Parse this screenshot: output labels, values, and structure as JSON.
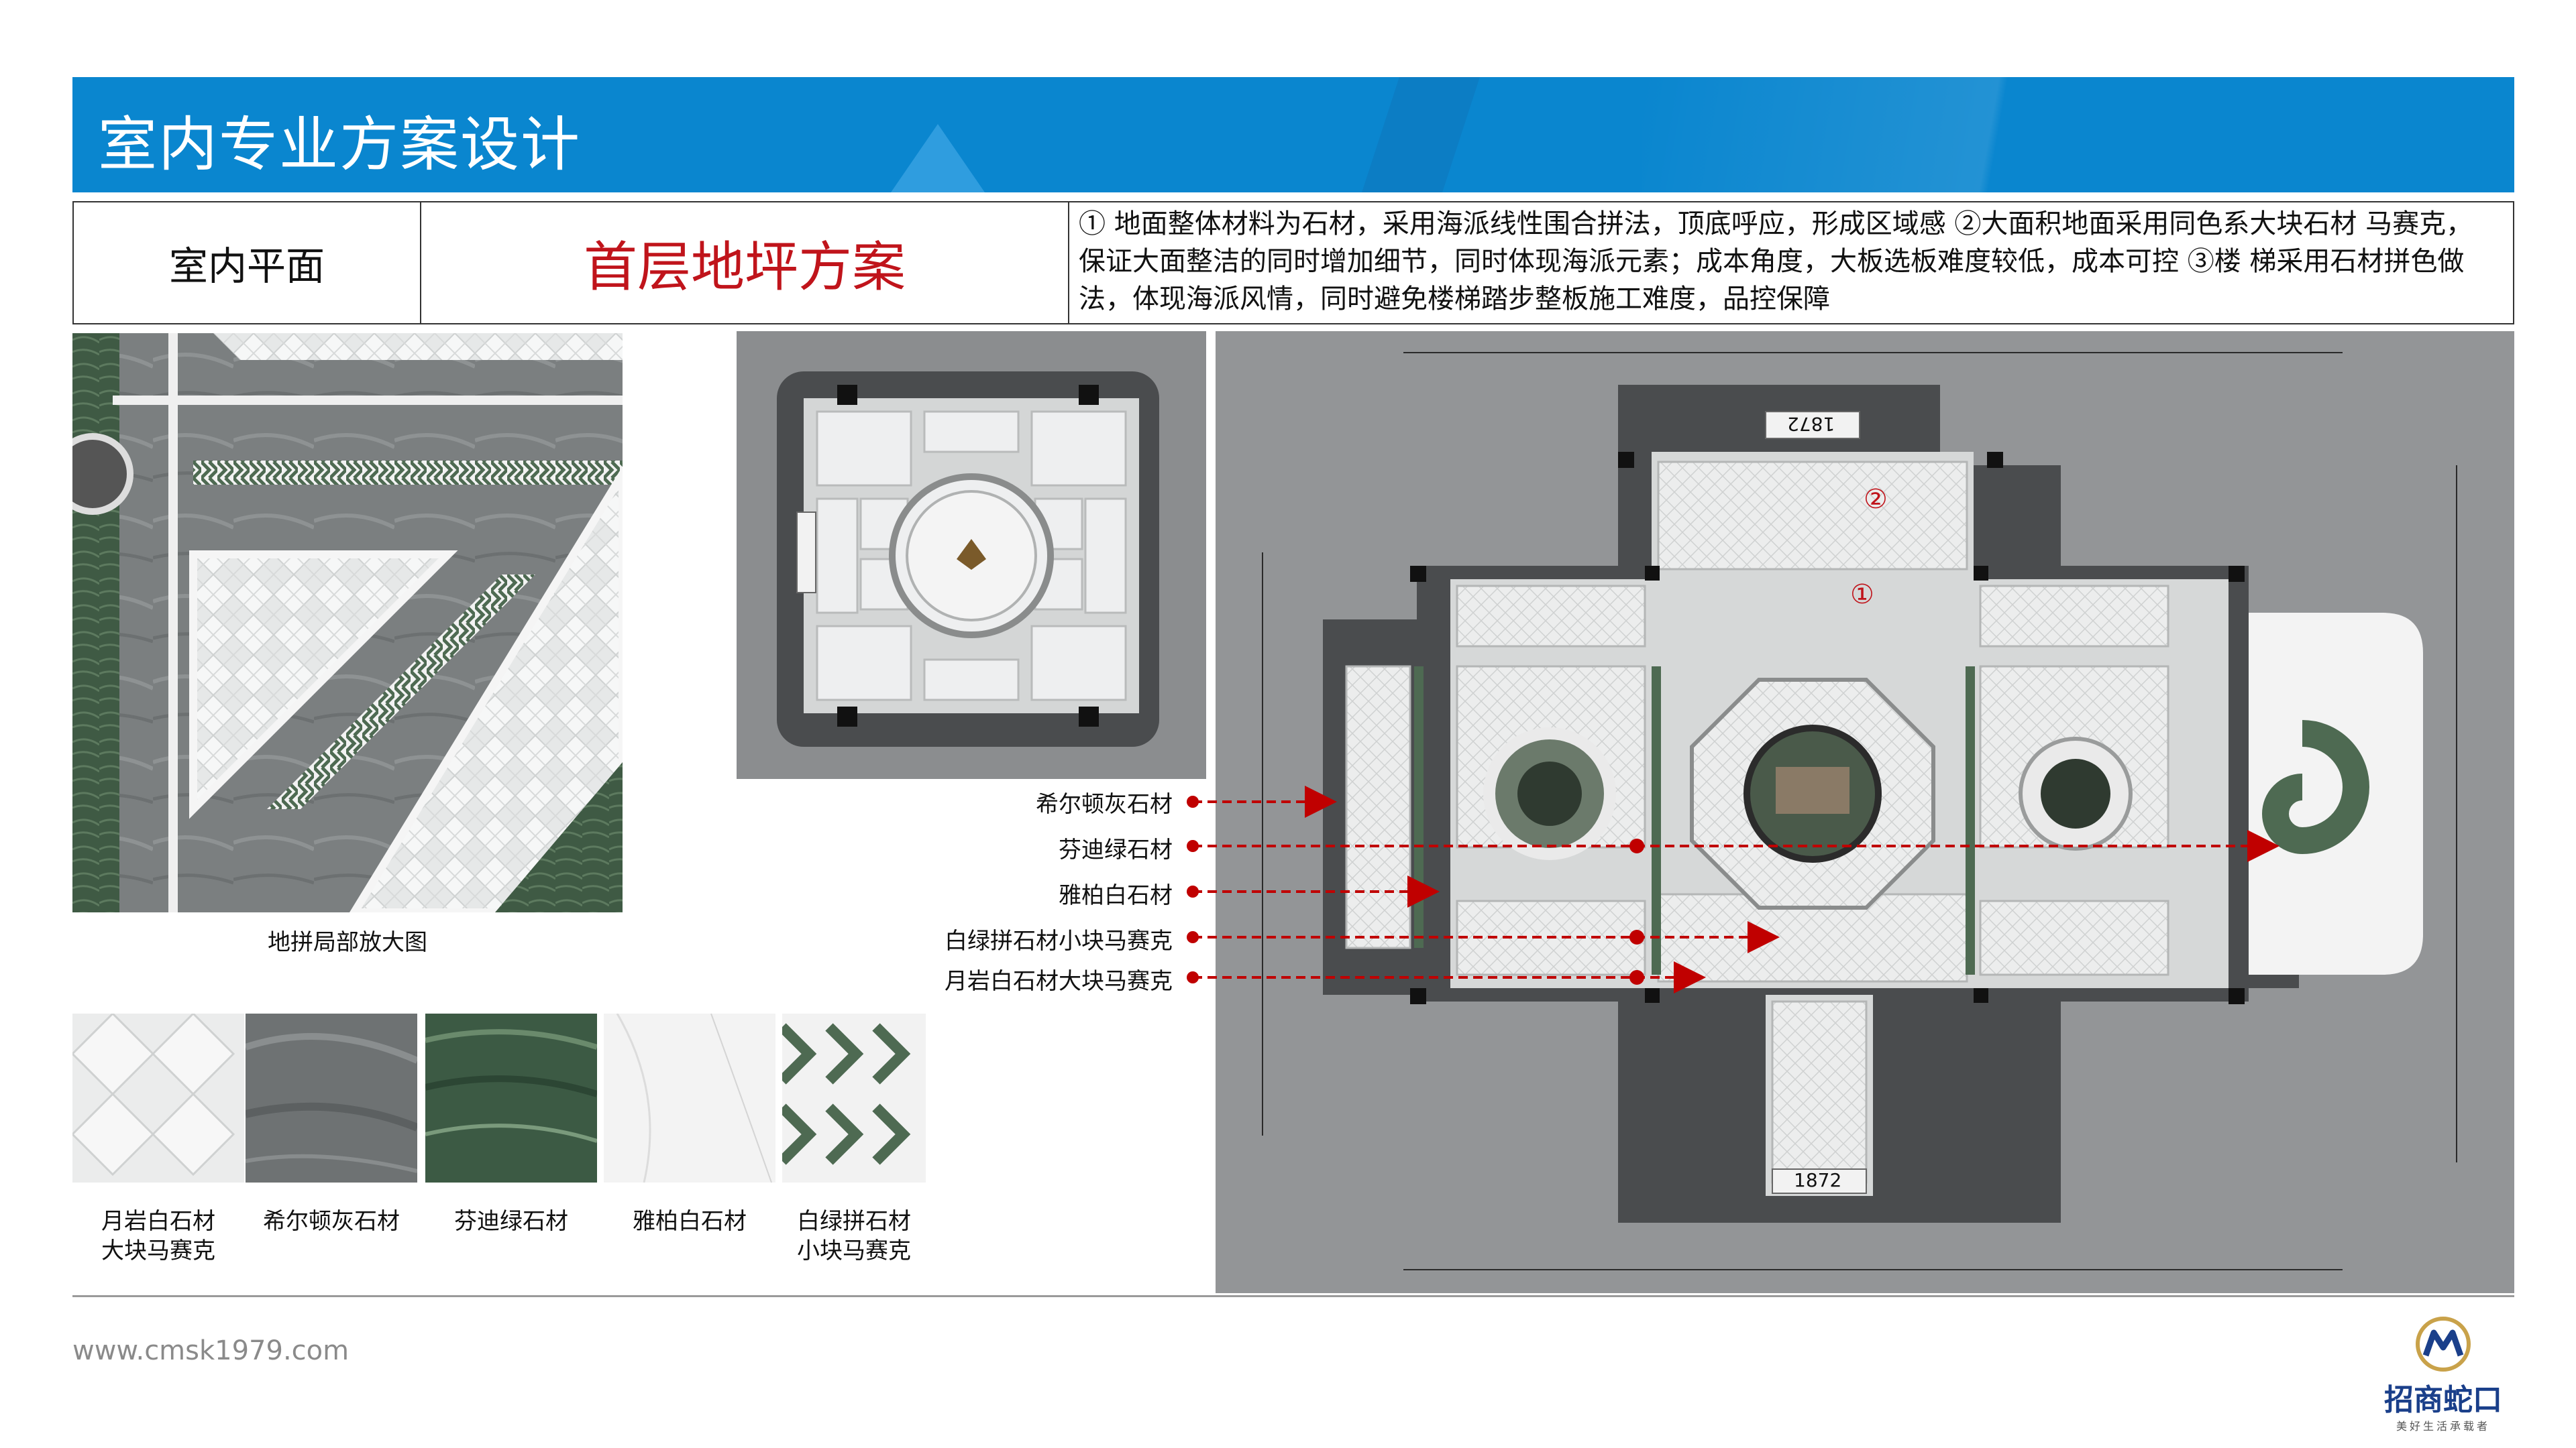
{
  "header": {
    "title": "室内专业方案设计"
  },
  "info_table": {
    "section": "室内平面",
    "plan_title": "首层地坪方案",
    "description": "① 地面整体材料为石材，采用海派线性围合拼法，顶底呼应，形成区域感 ②大面积地面采用同色系大块石材 马赛克，保证大面整洁的同时增加细节，同时体现海派元素；成本角度，大板选板难度较低，成本可控 ③楼 梯采用石材拼色做法，体现海派风情，同时避免楼梯踏步整板施工难度，品控保障"
  },
  "detail": {
    "caption": "地拼局部放大图"
  },
  "swatches": [
    {
      "label_line1": "月岩白石材",
      "label_line2": "大块马赛克"
    },
    {
      "label_line1": "希尔顿灰石材",
      "label_line2": ""
    },
    {
      "label_line1": "芬迪绿石材",
      "label_line2": ""
    },
    {
      "label_line1": "雅柏白石材",
      "label_line2": ""
    },
    {
      "label_line1": "白绿拼石材",
      "label_line2": "小块马赛克"
    }
  ],
  "callouts": [
    "希尔顿灰石材",
    "芬迪绿石材",
    "雅柏白石材",
    "白绿拼石材小块马赛克",
    "月岩白石材大块马赛克"
  ],
  "plan_marks": {
    "mark1": "①",
    "mark2": "②",
    "stair_text": "1872"
  },
  "footer": {
    "url": "www.cmsk1979.com"
  },
  "logo": {
    "name": "招商蛇口",
    "tagline": "美好生活承载者"
  },
  "colors": {
    "banner": "#0a86cf",
    "accent_red": "#c0141b",
    "arrow": "#c00000"
  }
}
